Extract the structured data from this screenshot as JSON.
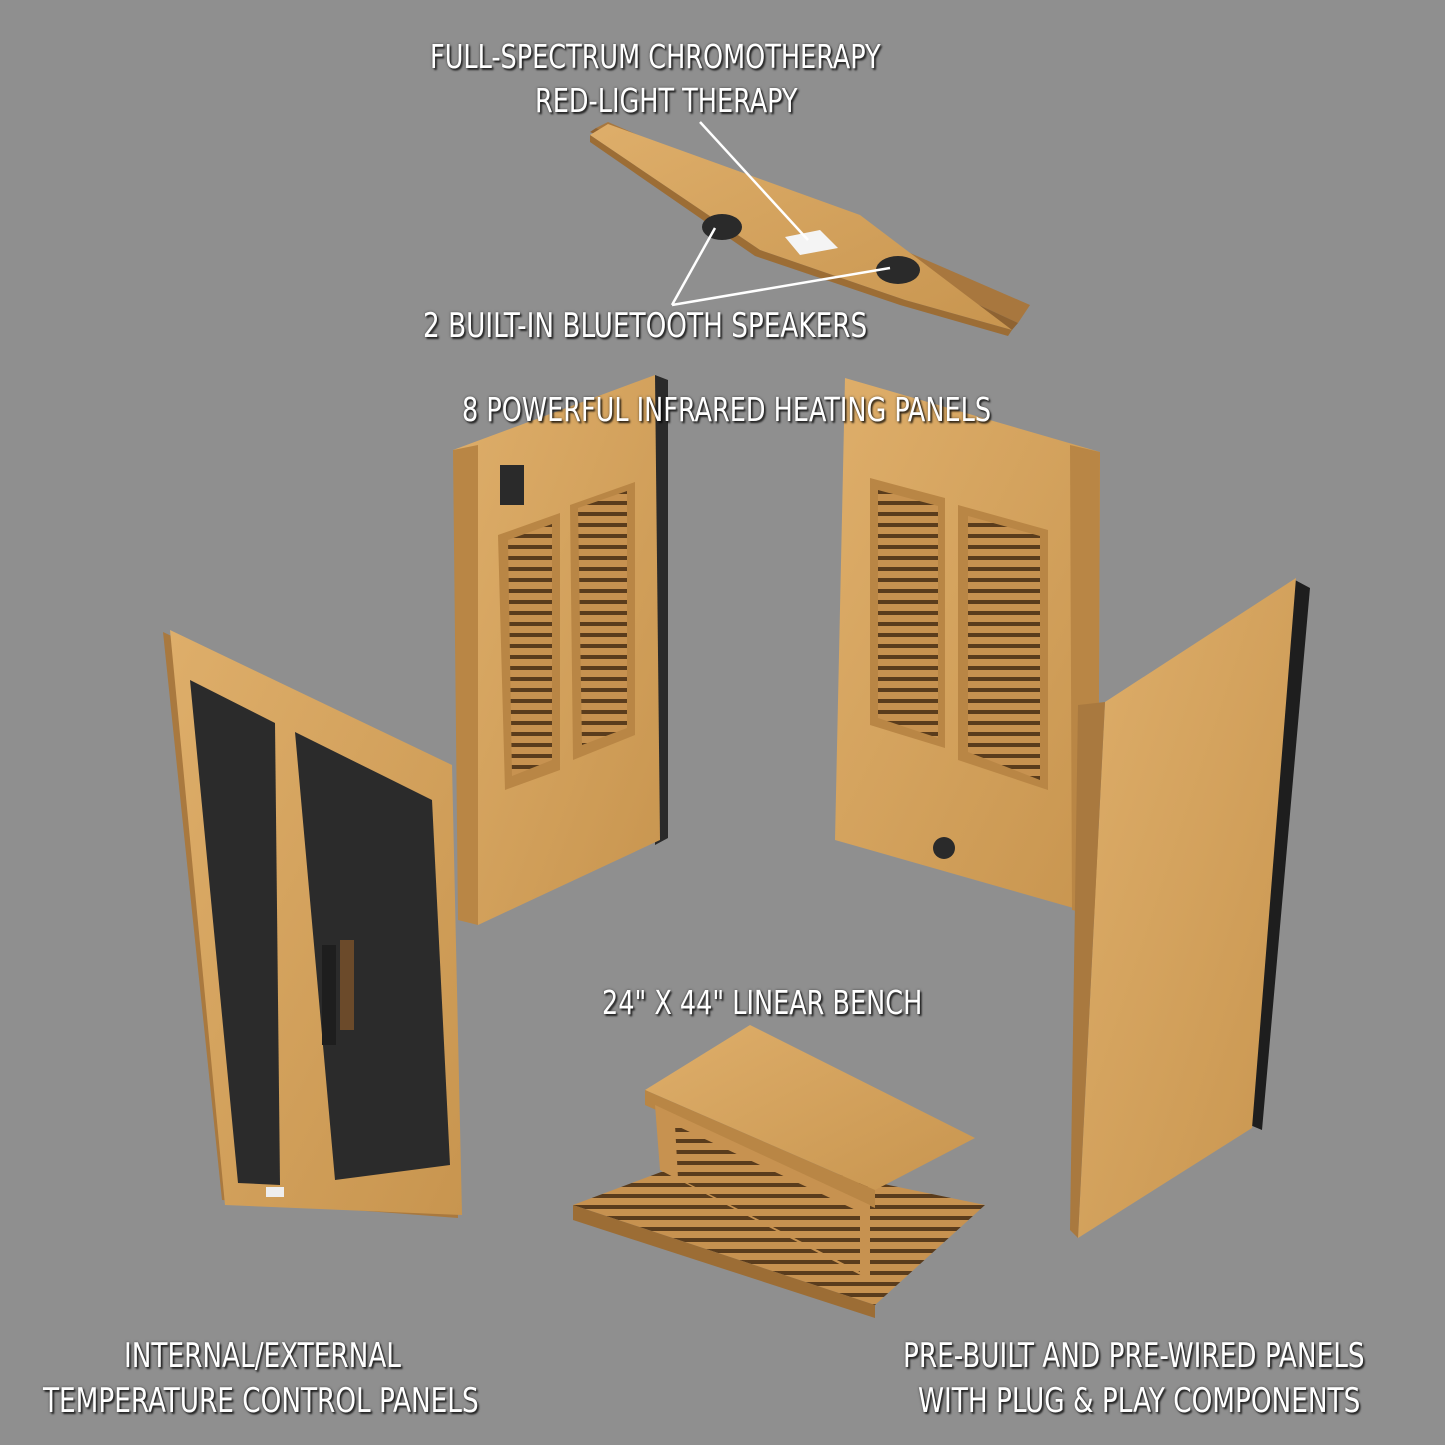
{
  "callouts": {
    "lighting_line1": "FULL-SPECTRUM CHROMOTHERAPY",
    "lighting_line2": "RED-LIGHT THERAPY",
    "speakers": "2 BUILT-IN BLUETOOTH SPEAKERS",
    "heating": "8 POWERFUL INFRARED HEATING PANELS",
    "bench": "24\" X 44\" LINEAR BENCH",
    "control_line1": "INTERNAL/EXTERNAL",
    "control_line2": "TEMPERATURE CONTROL PANELS",
    "prewired_line1": "PRE-BUILT AND PRE-WIRED PANELS",
    "prewired_line2": "WITH PLUG & PLAY COMPONENTS"
  },
  "colors": {
    "background": "#8f8f8f",
    "wood": "#d3a35f",
    "wood_dark": "#a9793f",
    "glass": "#2b2b2b",
    "label_text": "#ffffff"
  }
}
